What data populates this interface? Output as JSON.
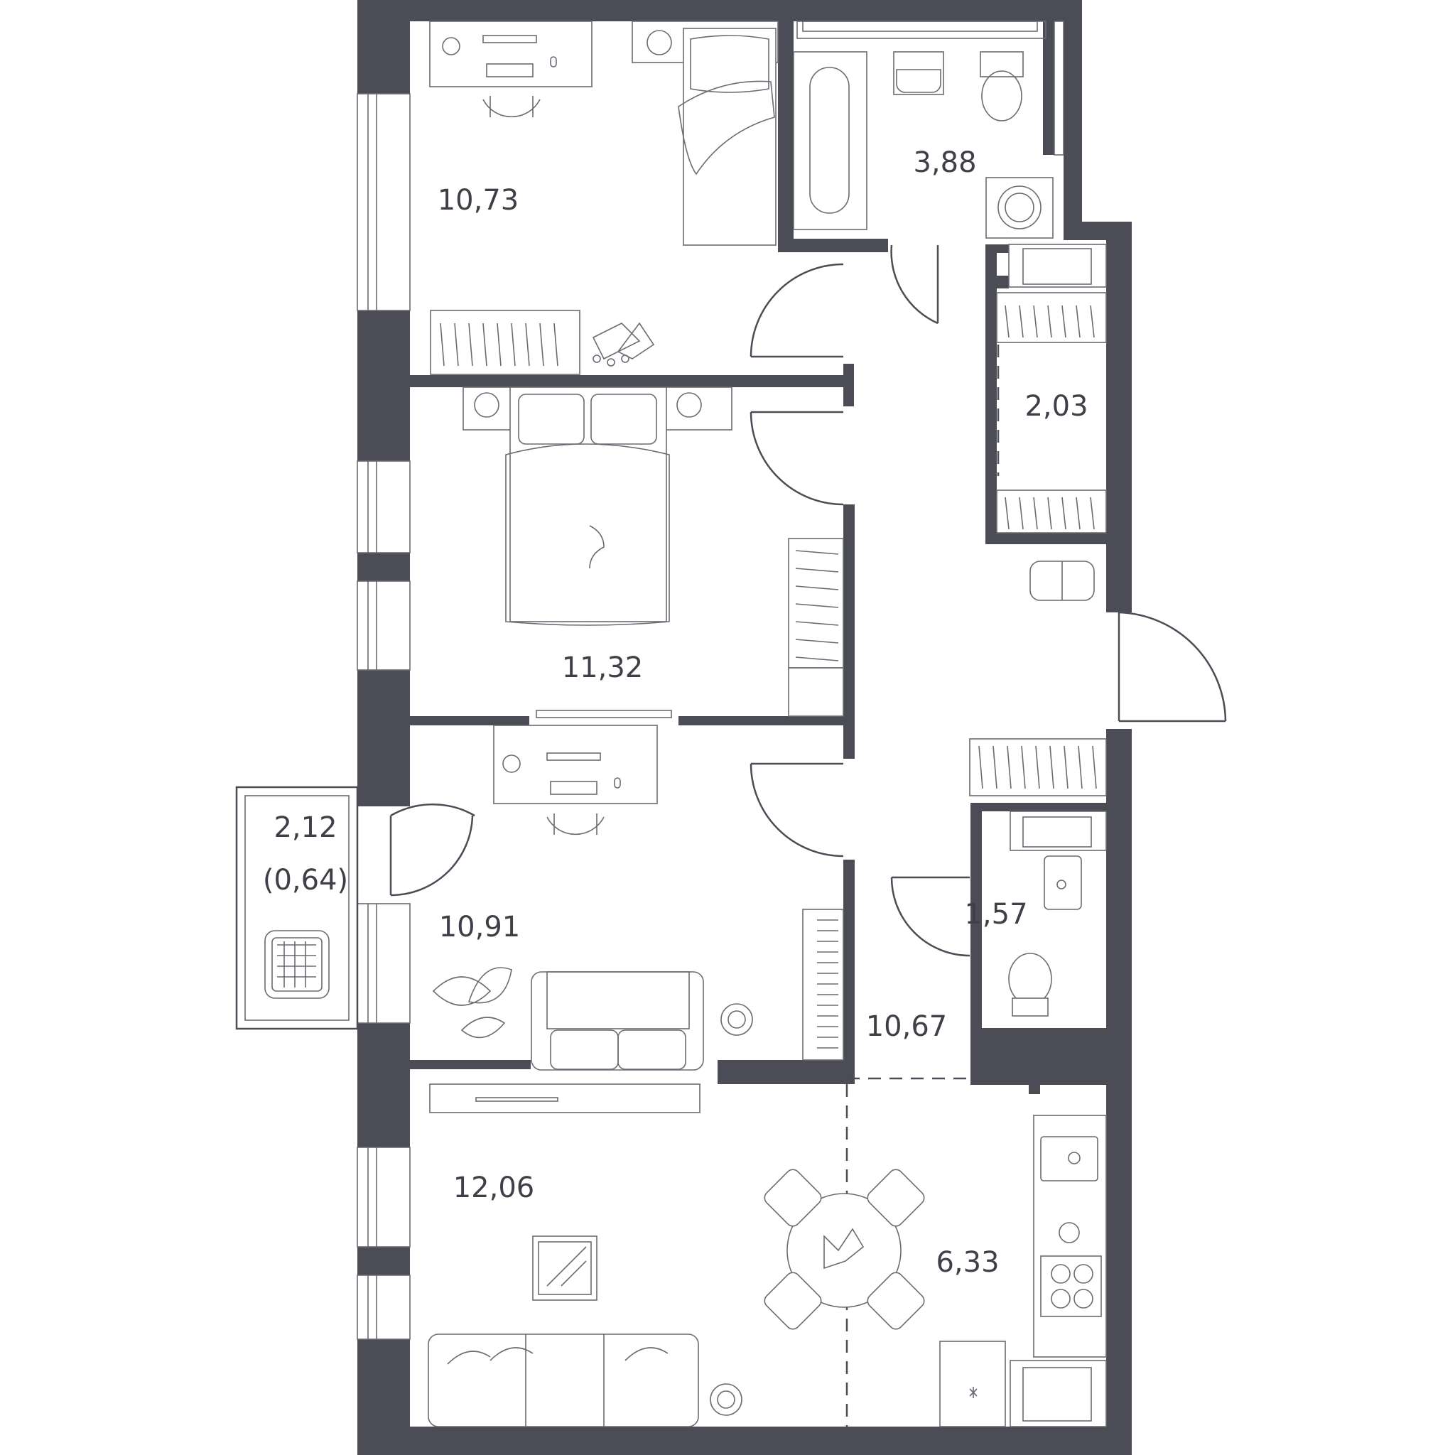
{
  "colors": {
    "wall": "#4b4c55",
    "line": "#6a6b73",
    "background": "#ffffff"
  },
  "rooms": [
    {
      "id": "bedroom-small",
      "area": "10,73"
    },
    {
      "id": "bathroom",
      "area": "3,88"
    },
    {
      "id": "wardrobe",
      "area": "2,03"
    },
    {
      "id": "bedroom-master",
      "area": "11,32"
    },
    {
      "id": "balcony",
      "area": "2,12",
      "area_reduced": "(0,64)"
    },
    {
      "id": "bedroom-office",
      "area": "10,91"
    },
    {
      "id": "toilet",
      "area": "1,57"
    },
    {
      "id": "hallway",
      "area": "10,67"
    },
    {
      "id": "living-room",
      "area": "12,06"
    },
    {
      "id": "kitchen",
      "area": "6,33"
    }
  ],
  "icons": [
    "desk-icon",
    "bed-icon",
    "bathtub-icon",
    "sink-icon",
    "toilet-icon",
    "washing-machine-icon",
    "wardrobe-icon",
    "door-icon",
    "sofa-icon",
    "plant-icon",
    "dining-table-icon",
    "stove-icon",
    "armchair-icon",
    "tv-icon",
    "rollerblades-icon"
  ]
}
